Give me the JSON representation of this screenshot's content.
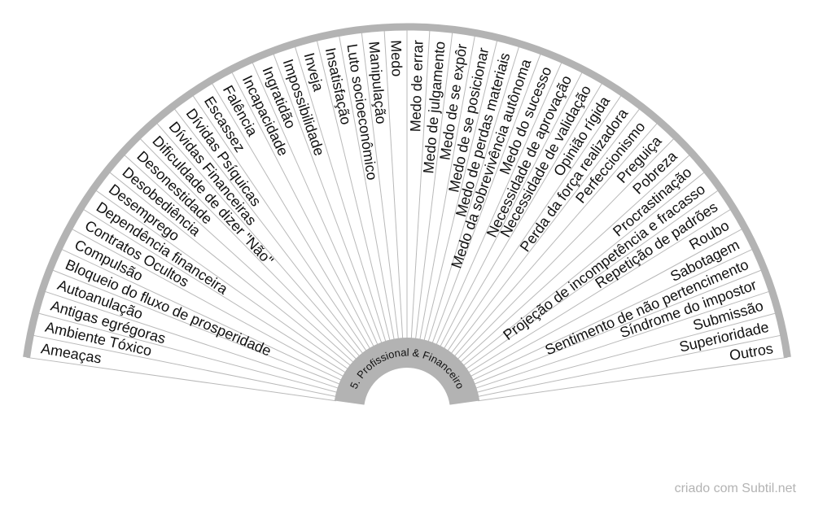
{
  "colors": {
    "rim": "#b3b3b3",
    "hub": "#b3b3b3",
    "divider": "#b9b9b9",
    "text": "#111111",
    "credit": "#b3b3b3"
  },
  "hub": {
    "label": "5. Profissional & Financeiro"
  },
  "segments": [
    "Ameaças",
    "Ambiente Tóxico",
    "Antigas egrégoras",
    "Autoanulação",
    "Bloqueio do fluxo de prosperidade",
    "Compulsão",
    "Contratos Ocultos",
    "Dependência financeira",
    "Desemprego",
    "Desobediência",
    "Desonestidade",
    "Dificuldade de dizer \"Não\"",
    "Dívidas Financeiras",
    "Dívidas Psíquicas",
    "Escassez",
    "Falência",
    "Incapacidade",
    "Ingratidão",
    "Impossibilidade",
    "Inveja",
    "Insatisfação",
    "Luto socioeconômico",
    "Manipulação",
    "Medo",
    "Medo de errar",
    "Medo de julgamento",
    "Medo de se expôr",
    "Medo de se posicionar",
    "Medo de perdas materiais",
    "Medo da sobrevivência autônoma",
    "Medo do sucesso",
    "Necessidade de aprovação",
    "Necessidade de validação",
    "Opinião rígida",
    "Perda da força realizadora",
    "Perfeccionismo",
    "Preguiça",
    "Pobreza",
    "Procrastinação",
    "Projeção de incompetência e fracasso",
    "Repetição de padrões",
    "Roubo",
    "Sabotagem",
    "Sentimento de não pertencimento",
    "Síndrome do impostor",
    "Submissão",
    "Superioridade",
    "Outros"
  ],
  "credit": "criado com Subtil.net"
}
